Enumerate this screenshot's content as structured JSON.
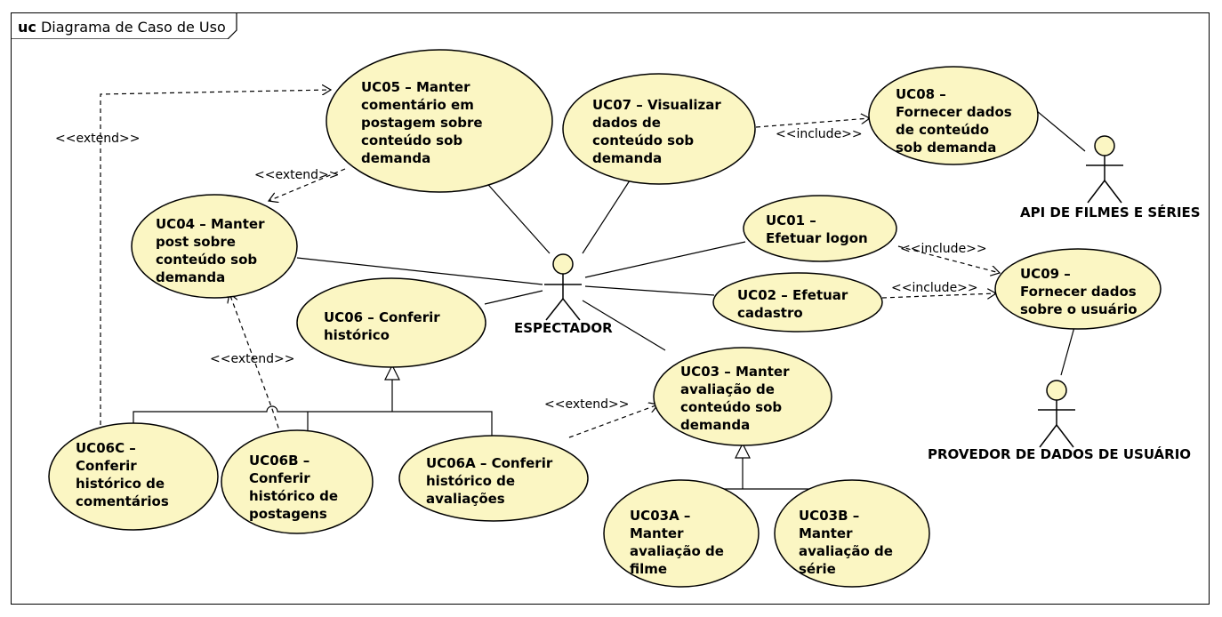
{
  "frame": {
    "keyword": "uc",
    "title": "Diagrama de Caso de Uso"
  },
  "use_cases": {
    "uc01": "UC01 –\nEfetuar logon",
    "uc02": "UC02 – Efetuar\ncadastro",
    "uc03": "UC03 – Manter\navaliação de\nconteúdo sob\ndemanda",
    "uc03a": "UC03A –\nManter\navaliação de\nfilme",
    "uc03b": "UC03B –\nManter\navaliação de\nsérie",
    "uc04": "UC04 – Manter\npost sobre\nconteúdo sob\ndemanda",
    "uc05": "UC05 – Manter\ncomentário em\npostagem sobre\nconteúdo sob\ndemanda",
    "uc06": "UC06 – Conferir\nhistórico",
    "uc06a": "UC06A – Conferir\nhistórico de\navaliações",
    "uc06b": "UC06B –\nConferir\nhistórico de\npostagens",
    "uc06c": "UC06C –\nConferir\nhistórico de\ncomentários",
    "uc07": "UC07 – Visualizar\ndados de\nconteúdo sob\ndemanda",
    "uc08": "UC08 –\nFornecer dados\nde conteúdo\nsob demanda",
    "uc09": "UC09 –\nFornecer dados\nsobre o usuário"
  },
  "actors": {
    "espectador": "ESPECTADOR",
    "api": "API DE FILMES E SÉRIES",
    "provedor": "PROVEDOR DE DADOS DE USUÁRIO"
  },
  "relations": {
    "extend": "<<extend>>",
    "include": "<<include>>"
  },
  "colors": {
    "usecase_fill": "#FBF6C3",
    "stroke": "#000000"
  }
}
